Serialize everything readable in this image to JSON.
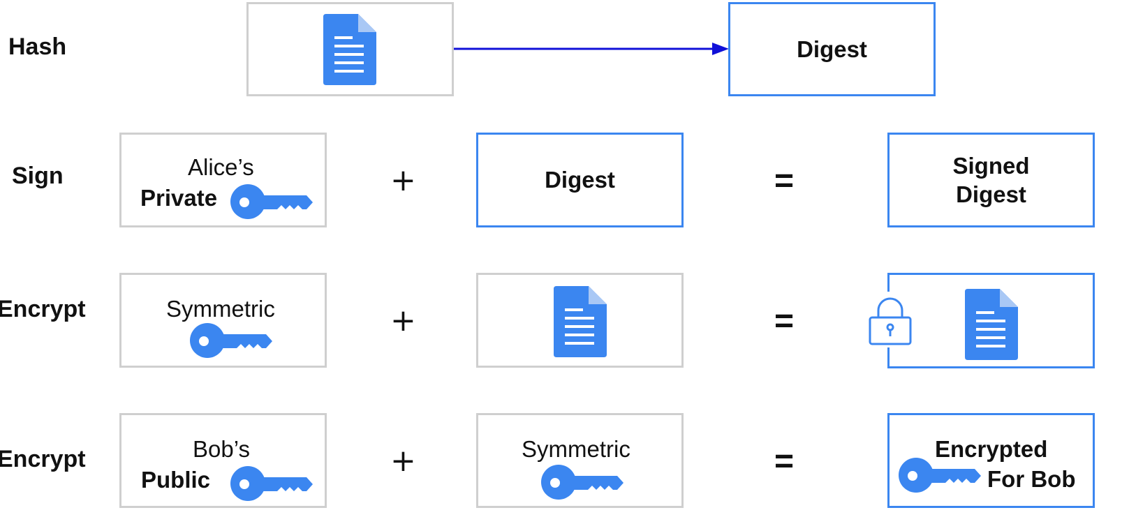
{
  "rows": {
    "hash": {
      "label": "Hash",
      "result": "Digest"
    },
    "sign": {
      "label": "Sign",
      "key_owner": "Alice’s",
      "key_type": "Private",
      "plus": "+",
      "middle": "Digest",
      "equals": "=",
      "result_line1": "Signed",
      "result_line2": "Digest"
    },
    "encrypt_doc": {
      "label": "Encrypt",
      "key_type": "Symmetric",
      "plus": "+",
      "equals": "="
    },
    "encrypt_key": {
      "label": "Encrypt",
      "key_owner": "Bob’s",
      "key_type": "Public",
      "plus": "+",
      "middle": "Symmetric",
      "equals": "=",
      "result_line1": "Encrypted",
      "result_line2": "For Bob"
    }
  },
  "colors": {
    "accent_blue": "#3b86f0",
    "arrow_blue": "#1010d8",
    "gray_border": "#cfcfcf"
  },
  "icons": [
    "document-icon",
    "key-icon",
    "padlock-icon",
    "arrow-icon"
  ]
}
